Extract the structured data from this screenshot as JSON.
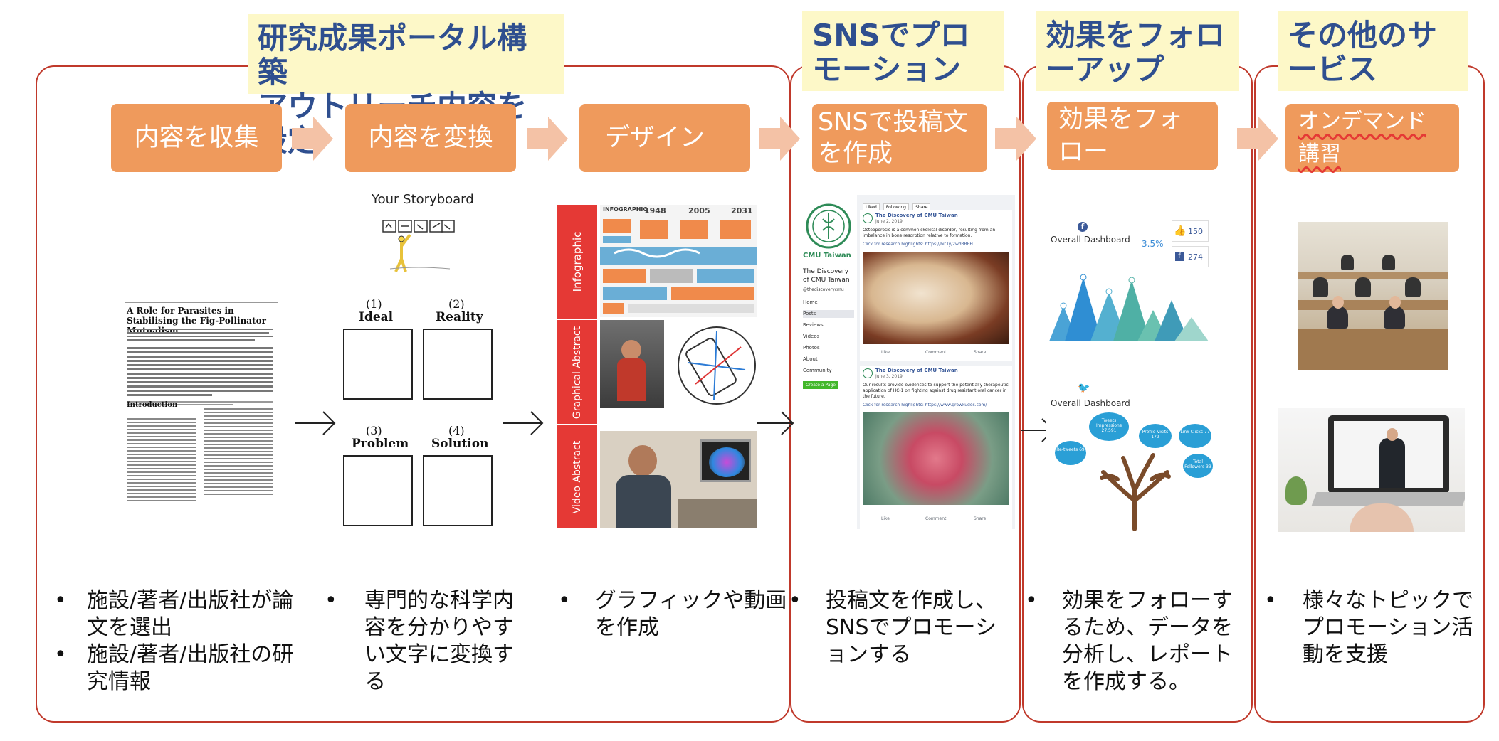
{
  "headers": {
    "portal": "研究成果ポータル構築\nアウトリーチ内容を設定",
    "sns": "SNSでプロモーション",
    "follow": "効果をフォローアップ",
    "other": "その他のサービス"
  },
  "steps": {
    "collect": "内容を収集",
    "convert": "内容を変換",
    "design": "デザイン",
    "post": "SNSで投稿文を作成",
    "followup": "効果をフォロー",
    "ondemand": "オンデマンド講習"
  },
  "bullets": {
    "collect_1": "施設/著者/出版社が論文を選出",
    "collect_2": "施設/著者/出版社の研究情報",
    "convert_1": "専門的な科学内容を分かりやすい文字に変換する",
    "design_1": "グラフィックや動画を作成",
    "post_1": "投稿文を作成し、SNSでプロモーションする",
    "follow_1": "効果をフォローするため、データを分析し、レポートを作成する。",
    "other_1": "様々なトピックでプロモーション活動を支援"
  },
  "paper": {
    "title": "A Role for Parasites in Stabilising the Fig-Pollinator Mutualism",
    "section": "Introduction"
  },
  "storyboard": {
    "title": "Your Storyboard",
    "panels": [
      {
        "num": "(1)",
        "label": "Ideal"
      },
      {
        "num": "(2)",
        "label": "Reality"
      },
      {
        "num": "(3)",
        "label": "Problem"
      },
      {
        "num": "(4)",
        "label": "Solution"
      }
    ]
  },
  "design_panel": {
    "tabs": [
      "Infographic",
      "Graphical Abstract",
      "Video Abstract"
    ],
    "info_title": "INFOGRAPHIC",
    "years": [
      "1948",
      "2005",
      "2031"
    ]
  },
  "facebook": {
    "page_name": "CMU Taiwan",
    "page_full": "The Discovery of CMU Taiwan",
    "handle": "@thediscoverycmu",
    "nav": [
      "Home",
      "Posts",
      "Reviews",
      "Videos",
      "Photos",
      "About",
      "Community"
    ],
    "create_page": "Create a Page",
    "top_buttons": [
      "Liked",
      "Following",
      "Share"
    ],
    "post1_author": "The Discovery of CMU Taiwan",
    "post1_date": "June 2, 2019",
    "post1_text": "Osteoporosis is a common skeletal disorder, resulting from an imbalance in bone resorption relative to formation.",
    "post1_link": "Click for research highlights: https://bit.ly/2wd3BEH",
    "post2_author": "The Discovery of CMU Taiwan",
    "post2_date": "June 3, 2019",
    "post2_text": "Our results provide evidences to support the potentially therapeutic application of HC-1 on fighting against drug resistant oral cancer in the future.",
    "post2_link": "Click for research highlights: https://www.growkudos.com/",
    "actions": [
      "Like",
      "Comment",
      "Share"
    ]
  },
  "dashboard": {
    "title1": "Overall Dashboard",
    "title2": "Overall Dashboard",
    "pct": "3.5%",
    "likes": "150",
    "fans": "274",
    "tree_labels": [
      "Tweets Impressions 27,591",
      "Profile Visits 179",
      "Link Clicks 77",
      "Re-tweets 69",
      "Total Followers 33"
    ]
  },
  "colors": {
    "border": "#c0392b",
    "header_bg": "#fdf8c8",
    "header_text": "#2f4f8f",
    "step_bg": "#ef9a5c",
    "arrow": "#f4c2a6"
  }
}
